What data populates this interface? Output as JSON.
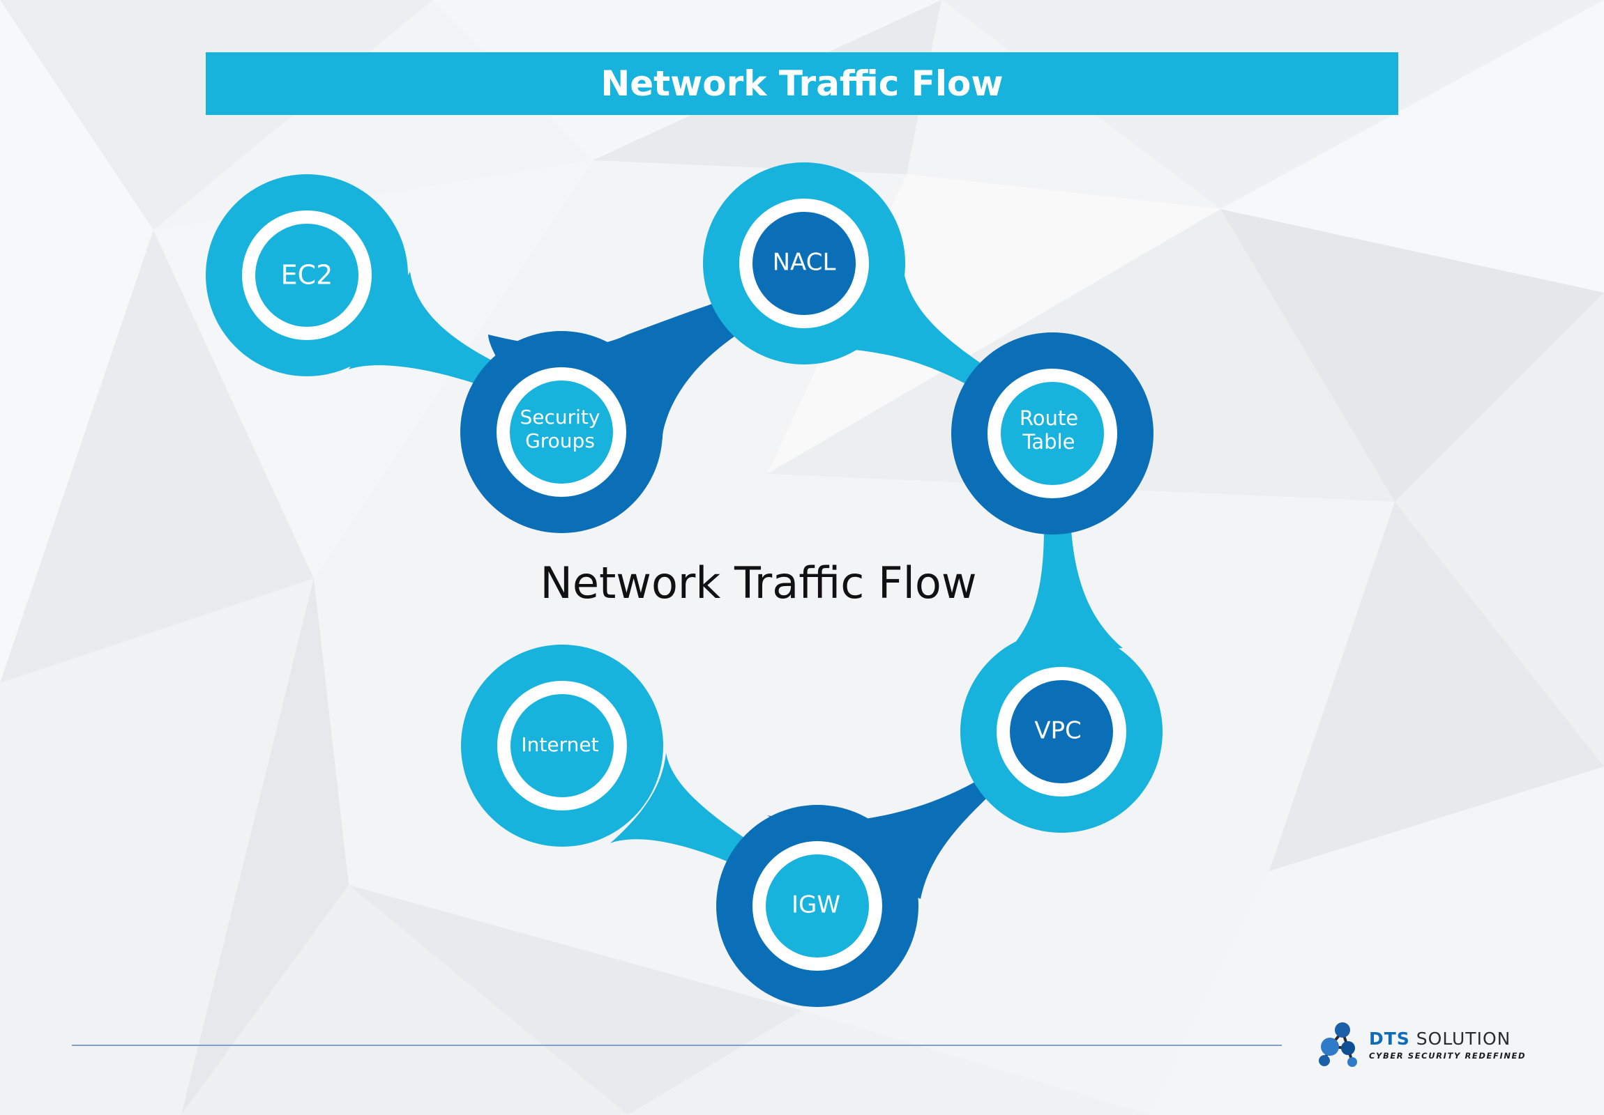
{
  "header": {
    "title": "Network Traffic Flow"
  },
  "diagram": {
    "title": "Network Traffic Flow",
    "nodes": [
      {
        "id": "ec2",
        "label": "EC2",
        "tone": "light"
      },
      {
        "id": "security-groups",
        "label_lines": [
          "Security",
          "Groups"
        ],
        "tone": "dark"
      },
      {
        "id": "nacl",
        "label": "NACL",
        "tone": "light"
      },
      {
        "id": "route-table",
        "label_lines": [
          "Route",
          "Table"
        ],
        "tone": "dark"
      },
      {
        "id": "vpc",
        "label": "VPC",
        "tone": "light"
      },
      {
        "id": "igw",
        "label": "IGW",
        "tone": "dark"
      },
      {
        "id": "internet",
        "label": "Internet",
        "tone": "light"
      }
    ],
    "flow": [
      "EC2",
      "Security Groups",
      "NACL",
      "Route Table",
      "VPC",
      "IGW",
      "Internet"
    ],
    "colors": {
      "light": "#17b3dc",
      "dark": "#0a6fb6",
      "ring": "#ffffff"
    }
  },
  "footer": {
    "logo": {
      "brand": "DTS",
      "name": "SOLUTION",
      "tagline": "CYBER SECURITY REDEFINED"
    }
  }
}
